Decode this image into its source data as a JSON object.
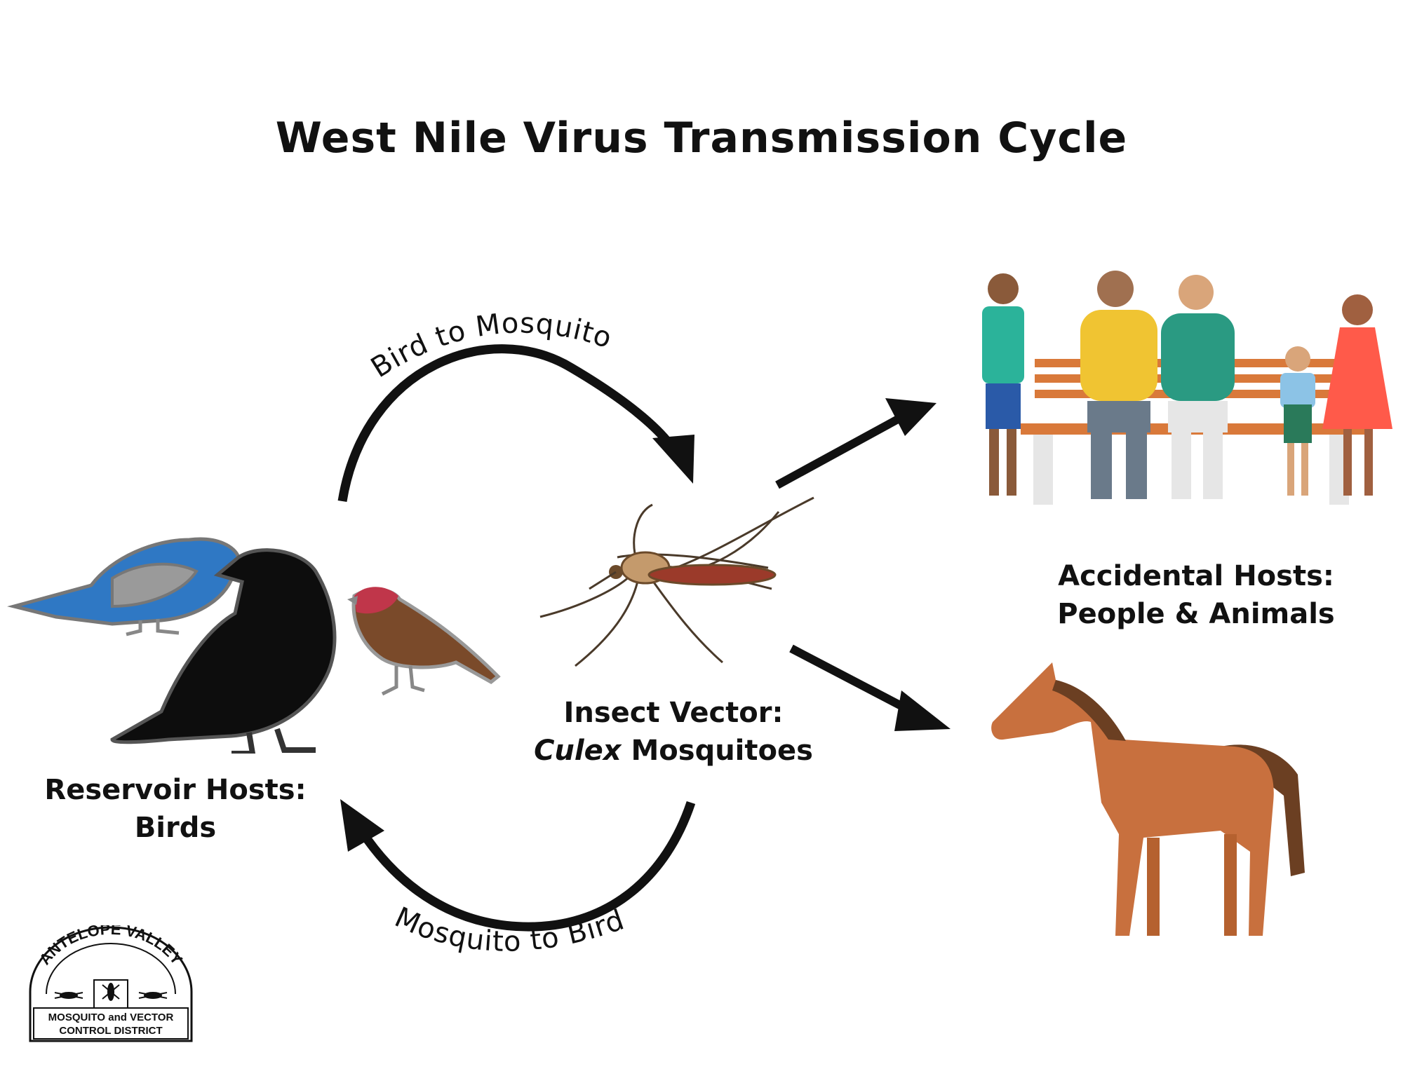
{
  "title": "West Nile Virus Transmission Cycle",
  "arrows": {
    "bird_to_mosquito": "Bird to Mosquito",
    "mosquito_to_bird": "Mosquito to Bird"
  },
  "reservoir": {
    "line1": "Reservoir Hosts:",
    "line2": "Birds"
  },
  "vector": {
    "line1": "Insect Vector:",
    "line2_italic": "Culex",
    "line2_rest": " Mosquitoes"
  },
  "accidental": {
    "line1": "Accidental Hosts:",
    "line2": "People & Animals"
  },
  "logo": {
    "arc_text": "ANTELOPE VALLEY",
    "line1": "MOSQUITO and VECTOR",
    "line2": "CONTROL DISTRICT"
  },
  "colors": {
    "arrow": "#111111",
    "bluebird": "#2f78c4",
    "crow": "#0d0d0d",
    "finch": "#7a4a2a",
    "horse": "#c8703e",
    "bench": "#d9793a"
  }
}
